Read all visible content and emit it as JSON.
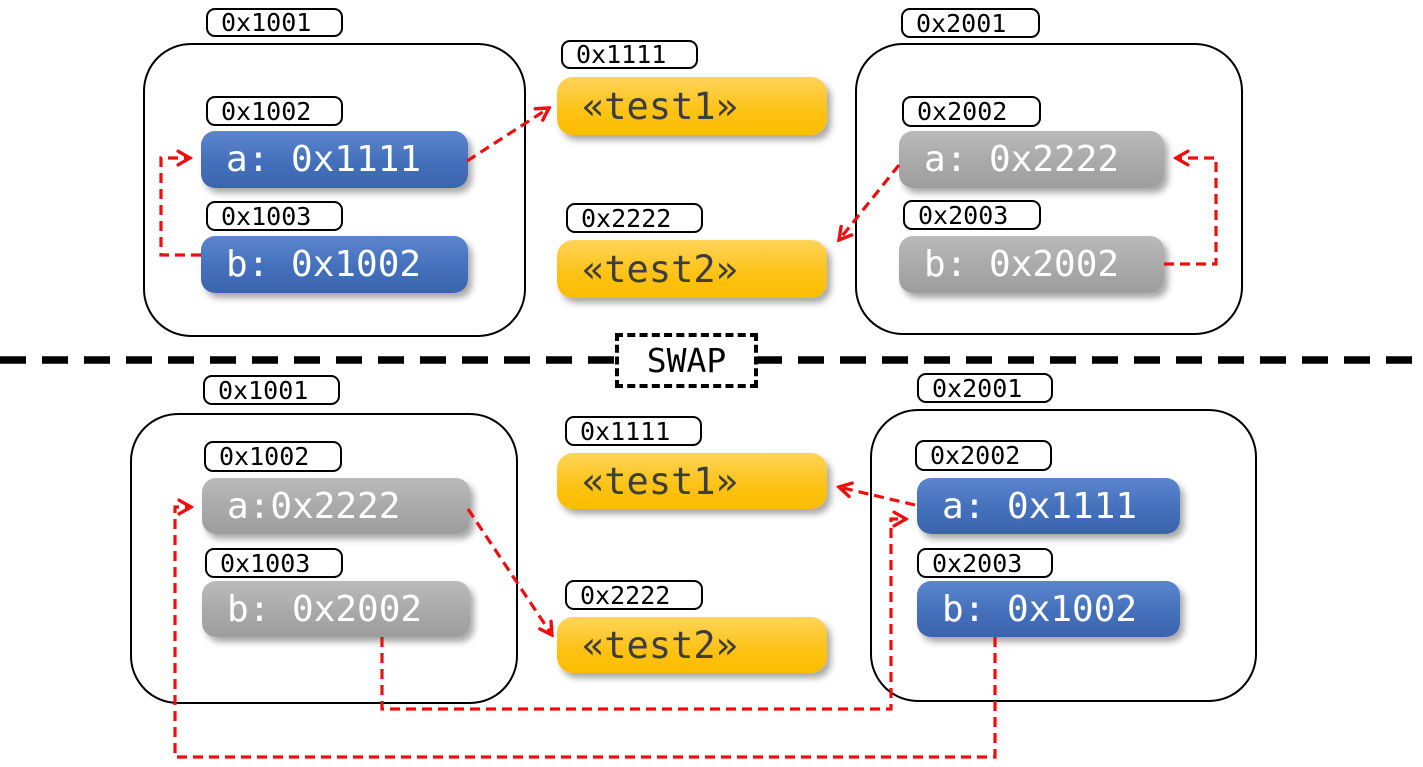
{
  "diagram": {
    "swap_label": "SWAP",
    "colors": {
      "pointer_box_blue": "#4472C4",
      "pointer_box_gray": "#A6A6A6",
      "heap_box_yellow": "#FFC000",
      "arrow_red": "#FF0000",
      "outline_black": "#000000"
    },
    "before": {
      "left_frame": {
        "address": "0x1001",
        "vars": [
          {
            "address": "0x1002",
            "value": "a: 0x1111"
          },
          {
            "address": "0x1003",
            "value": "b: 0x1002"
          }
        ]
      },
      "heap": [
        {
          "address": "0x1111",
          "value": "«test1»"
        },
        {
          "address": "0x2222",
          "value": "«test2»"
        }
      ],
      "right_frame": {
        "address": "0x2001",
        "vars": [
          {
            "address": "0x2002",
            "value": "a: 0x2222"
          },
          {
            "address": "0x2003",
            "value": "b: 0x2002"
          }
        ]
      }
    },
    "after": {
      "left_frame": {
        "address": "0x1001",
        "vars": [
          {
            "address": "0x1002",
            "value": "a:0x2222"
          },
          {
            "address": "0x1003",
            "value": "b: 0x2002"
          }
        ]
      },
      "heap": [
        {
          "address": "0x1111",
          "value": "«test1»"
        },
        {
          "address": "0x2222",
          "value": "«test2»"
        }
      ],
      "right_frame": {
        "address": "0x2001",
        "vars": [
          {
            "address": "0x2002",
            "value": "a: 0x1111"
          },
          {
            "address": "0x2003",
            "value": "b: 0x1002"
          }
        ]
      }
    }
  }
}
